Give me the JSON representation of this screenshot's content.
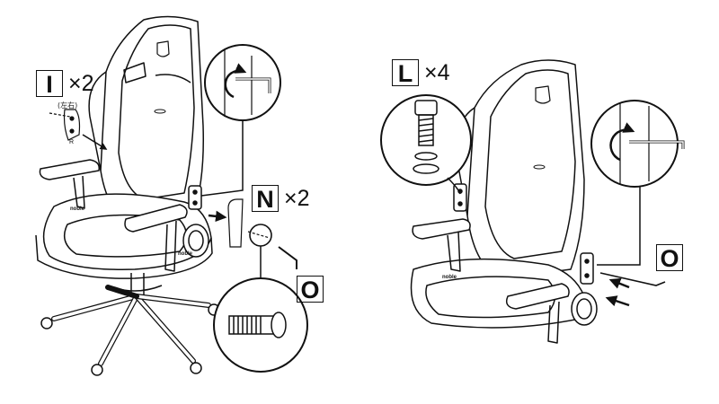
{
  "parts": {
    "left_I": {
      "letter": "I",
      "qty": "×2",
      "note": "(左右)"
    },
    "left_N": {
      "letter": "N",
      "qty": "×2"
    },
    "left_O": {
      "letter": "O"
    },
    "right_L": {
      "letter": "L",
      "qty": "×4"
    },
    "right_O": {
      "letter": "O"
    }
  },
  "brand": "noble",
  "bracket_letter": "R",
  "colors": {
    "line": "#111111",
    "background": "#ffffff"
  },
  "icons": [
    "rotate-arrow-icon",
    "push-arrow-icon",
    "hex-key-icon",
    "screw-icon",
    "washer-icon"
  ]
}
